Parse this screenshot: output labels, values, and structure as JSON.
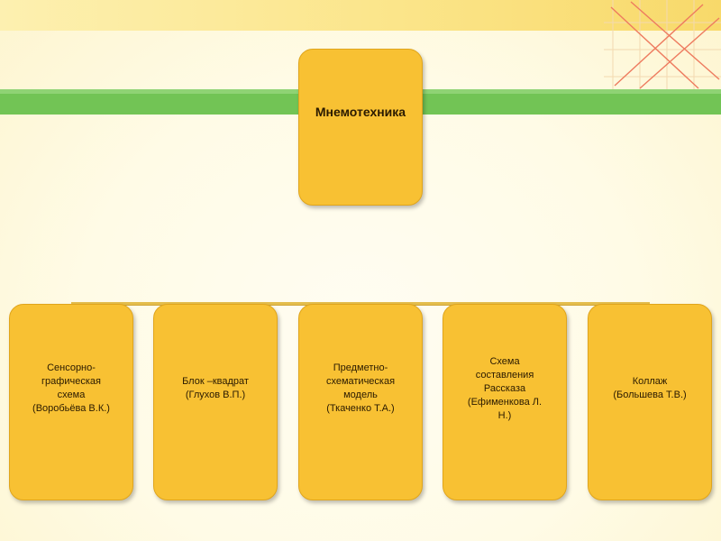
{
  "diagram": {
    "root": {
      "label": "Мнемотехника"
    },
    "children": [
      {
        "label": "Сенсорно-\nграфическая\nсхема\n(Воробьёва В.К.)"
      },
      {
        "label": "Блок –квадрат\n(Глухов В.П.)"
      },
      {
        "label": "Предметно-\nсхематическая\nмодель\n(Ткаченко Т.А.)"
      },
      {
        "label": "Схема\nсоставления\nРассказа\n(Ефименкова Л.\nН.)"
      },
      {
        "label": "Коллаж\n(Большева Т.В.)"
      }
    ]
  },
  "colors": {
    "node_fill": "#f8c133",
    "node_border": "#e0a51c",
    "band_green": "#72c455",
    "connector": "#e4bd4c",
    "background": "#fffbe6"
  }
}
